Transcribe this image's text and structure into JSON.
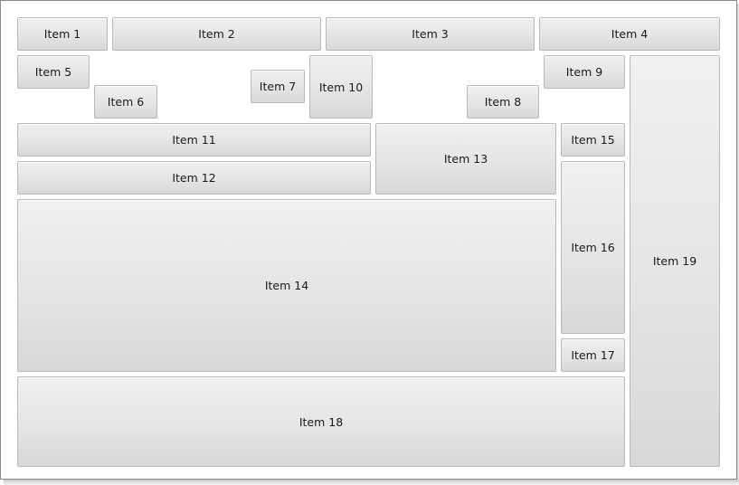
{
  "panel": {
    "items": [
      {
        "label": "Item 1"
      },
      {
        "label": "Item 2"
      },
      {
        "label": "Item 3"
      },
      {
        "label": "Item 4"
      },
      {
        "label": "Item 5"
      },
      {
        "label": "Item 6"
      },
      {
        "label": "Item 7"
      },
      {
        "label": "Item 8"
      },
      {
        "label": "Item 9"
      },
      {
        "label": "Item 10"
      },
      {
        "label": "Item 11"
      },
      {
        "label": "Item 12"
      },
      {
        "label": "Item 13"
      },
      {
        "label": "Item 14"
      },
      {
        "label": "Item 15"
      },
      {
        "label": "Item 16"
      },
      {
        "label": "Item 17"
      },
      {
        "label": "Item 18"
      },
      {
        "label": "Item 19"
      }
    ]
  },
  "colors": {
    "background": "#ffffff",
    "button_top": "#f0f0f0",
    "button_bottom": "#d8d8d8",
    "button_border": "#b9b9b9",
    "text": "#1a1a1a"
  }
}
